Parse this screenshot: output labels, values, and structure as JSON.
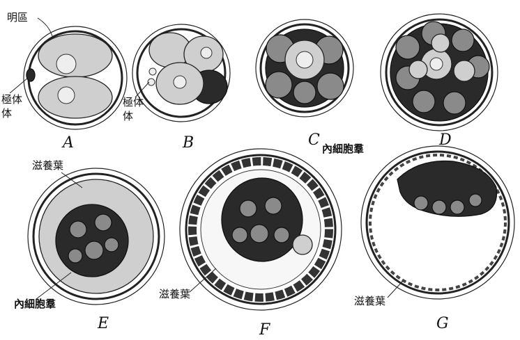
{
  "labels": {
    "mingqu": "明區",
    "jiti_a": "極体",
    "jiti_b": "極体",
    "neixibao_c": "內細胞羣",
    "ziyang_e": "滋養葉",
    "neixibao_e": "內細胞羣",
    "ziyang_f": "滋養葉",
    "ziyang_g": "滋養葉"
  },
  "panels": {
    "a": "A",
    "b": "B",
    "c": "C",
    "d": "D",
    "e": "E",
    "f": "F",
    "g": "G"
  }
}
